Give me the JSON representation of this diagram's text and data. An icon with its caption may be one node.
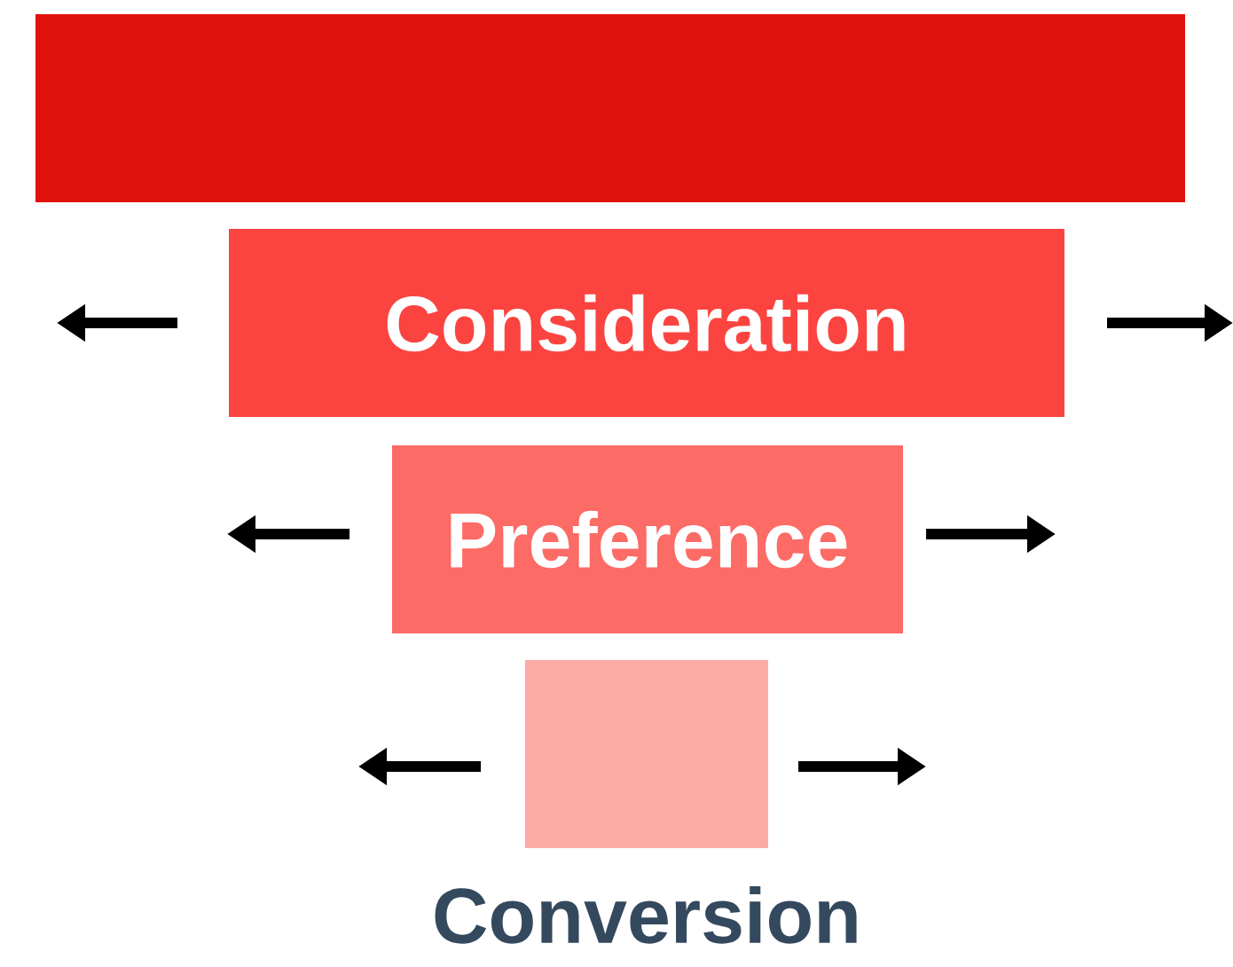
{
  "diagram": {
    "nodes": [
      {
        "text": [],
        "shape": "bar"
      },
      {
        "text": [
          "Consideration"
        ]
      },
      {
        "text": [
          "Preference"
        ]
      },
      {
        "text": [
          "Conversion"
        ]
      }
    ]
  }
}
